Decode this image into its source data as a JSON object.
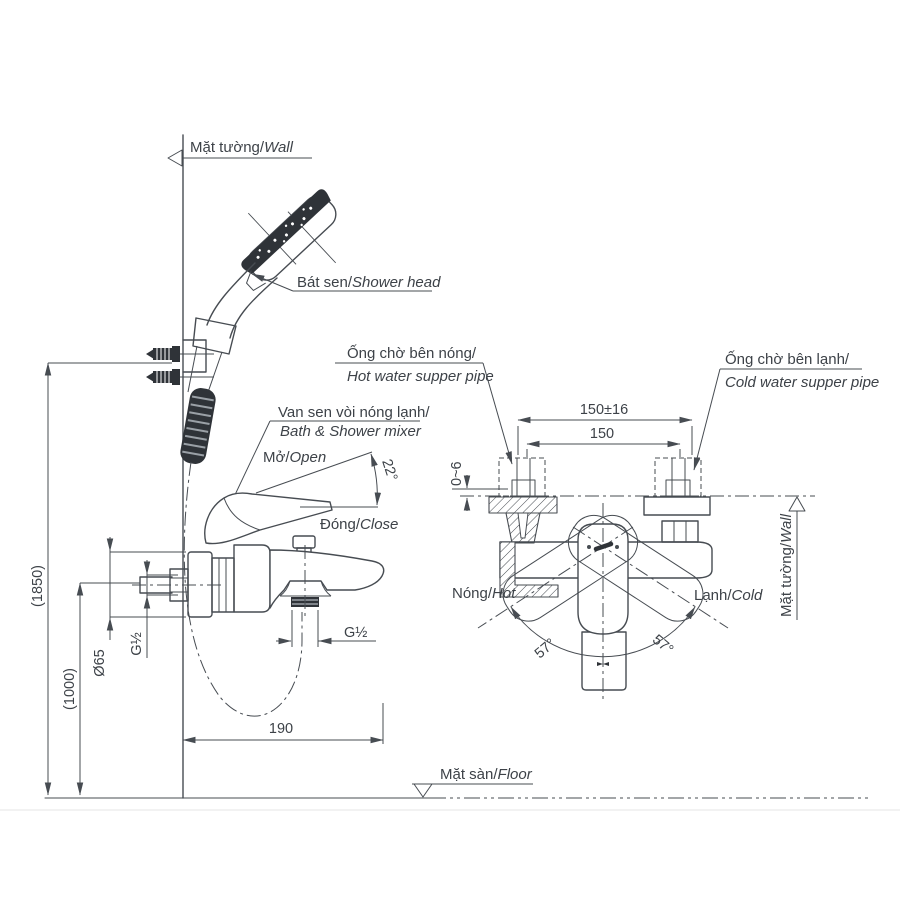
{
  "drawing_type": "bath-shower-mixer installation diagram",
  "colors": {
    "line": "#474c52",
    "text": "#3d4248",
    "dark_fill": "#2f3338",
    "background": "#ffffff"
  },
  "side": {
    "wall": {
      "vi": "Mặt tường/",
      "en": "Wall"
    },
    "shower_head": {
      "vi": "Bát sen/",
      "en": "Shower head"
    },
    "mixer": {
      "vi": "Van sen vòi nóng lạnh/",
      "en": "Bath & Shower mixer"
    },
    "open": {
      "vi": "Mở/",
      "en": "Open"
    },
    "close": {
      "vi": "Đóng/",
      "en": "Close"
    },
    "floor": {
      "vi": "Mặt sàn/",
      "en": "Floor"
    },
    "dims": {
      "open_angle": "22°",
      "total_height": "(1850)",
      "mixer_height": "(1000)",
      "escutcheon_dia": "Ø65",
      "inlet_thread": "G½",
      "outlet_thread": "G½",
      "spout_reach": "190"
    }
  },
  "front": {
    "hot_pipe": {
      "vi": "Ống chờ bên nóng/",
      "en": "Hot water supper pipe"
    },
    "cold_pipe": {
      "vi": "Ống chờ bên lạnh/",
      "en": "Cold water supper pipe"
    },
    "wall": {
      "vi": "Mặt tường/",
      "en": "Wall"
    },
    "hot": {
      "vi": "Nóng/",
      "en": "Hot"
    },
    "cold": {
      "vi": "Lạnh/",
      "en": "Cold"
    },
    "dims": {
      "pipe_span_tolerance": "150±16",
      "pipe_span": "150",
      "protrusion": "0~6",
      "swing_left": "57°",
      "swing_right": "57°"
    }
  }
}
